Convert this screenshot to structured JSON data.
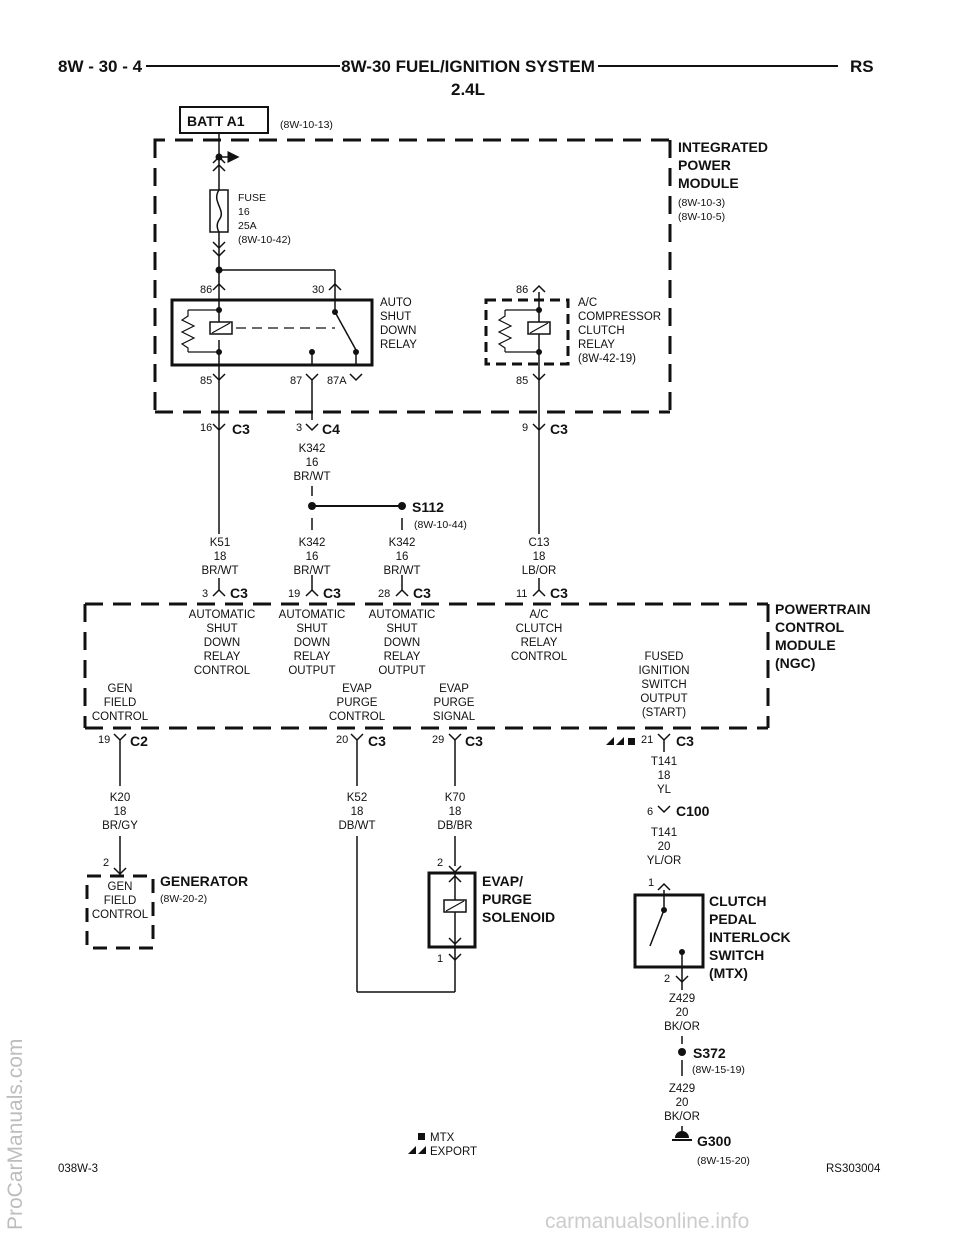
{
  "header": {
    "page": "8W - 30 - 4",
    "title": "8W-30 FUEL/IGNITION SYSTEM",
    "subtitle": "2.4L",
    "model": "RS"
  },
  "batt": {
    "label": "BATT A1",
    "ref": "(8W-10-13)"
  },
  "ipm": {
    "l1": "INTEGRATED",
    "l2": "POWER",
    "l3": "MODULE",
    "ref1": "(8W-10-3)",
    "ref2": "(8W-10-5)"
  },
  "fuse": {
    "l1": "FUSE",
    "l2": "16",
    "l3": "25A",
    "ref": "(8W-10-42)"
  },
  "asd_relay": {
    "l1": "AUTO",
    "l2": "SHUT",
    "l3": "DOWN",
    "l4": "RELAY",
    "p86": "86",
    "p30": "30",
    "p85": "85",
    "p87": "87",
    "p87a": "87A"
  },
  "ac_relay": {
    "l1": "A/C",
    "l2": "COMPRESSOR",
    "l3": "CLUTCH",
    "l4": "RELAY",
    "ref": "(8W-42-19)",
    "p86": "86",
    "p85": "85"
  },
  "connectors": {
    "c3_16": {
      "pin": "16",
      "name": "C3"
    },
    "c4_3": {
      "pin": "3",
      "name": "C4"
    },
    "c3_9": {
      "pin": "9",
      "name": "C3"
    },
    "c3_3": {
      "pin": "3",
      "name": "C3"
    },
    "c3_19": {
      "pin": "19",
      "name": "C3"
    },
    "c3_28": {
      "pin": "28",
      "name": "C3"
    },
    "c3_11": {
      "pin": "11",
      "name": "C3"
    },
    "c2_19": {
      "pin": "19",
      "name": "C2"
    },
    "c3_20": {
      "pin": "20",
      "name": "C3"
    },
    "c3_29": {
      "pin": "29",
      "name": "C3"
    },
    "c3_21": {
      "pin": "21",
      "name": "C3"
    },
    "c100_6": {
      "pin": "6",
      "name": "C100"
    }
  },
  "wires": {
    "k342_top": {
      "c": "K342",
      "g": "16",
      "col": "BR/WT"
    },
    "k51": {
      "c": "K51",
      "g": "18",
      "col": "BR/WT"
    },
    "k342_a": {
      "c": "K342",
      "g": "16",
      "col": "BR/WT"
    },
    "k342_b": {
      "c": "K342",
      "g": "16",
      "col": "BR/WT"
    },
    "c13": {
      "c": "C13",
      "g": "18",
      "col": "LB/OR"
    },
    "k20": {
      "c": "K20",
      "g": "18",
      "col": "BR/GY"
    },
    "k52": {
      "c": "K52",
      "g": "18",
      "col": "DB/WT"
    },
    "k70": {
      "c": "K70",
      "g": "18",
      "col": "DB/BR"
    },
    "t141_18": {
      "c": "T141",
      "g": "18",
      "col": "YL"
    },
    "t141_20": {
      "c": "T141",
      "g": "20",
      "col": "YL/OR"
    },
    "z429_a": {
      "c": "Z429",
      "g": "20",
      "col": "BK/OR"
    },
    "z429_b": {
      "c": "Z429",
      "g": "20",
      "col": "BK/OR"
    }
  },
  "splice_s112": {
    "name": "S112",
    "ref": "(8W-10-44)"
  },
  "splice_s372": {
    "name": "S372",
    "ref": "(8W-15-19)"
  },
  "ground_g300": {
    "name": "G300",
    "ref": "(8W-15-20)"
  },
  "pcm": {
    "l1": "POWERTRAIN",
    "l2": "CONTROL",
    "l3": "MODULE",
    "l4": "(NGC)",
    "asd_control": [
      "AUTOMATIC",
      "SHUT",
      "DOWN",
      "RELAY",
      "CONTROL"
    ],
    "asd_output_a": [
      "AUTOMATIC",
      "SHUT",
      "DOWN",
      "RELAY",
      "OUTPUT"
    ],
    "asd_output_b": [
      "AUTOMATIC",
      "SHUT",
      "DOWN",
      "RELAY",
      "OUTPUT"
    ],
    "ac_control": [
      "A/C",
      "CLUTCH",
      "RELAY",
      "CONTROL"
    ],
    "fused_ign": [
      "FUSED",
      "IGNITION",
      "SWITCH",
      "OUTPUT",
      "(START)"
    ],
    "gen_field": [
      "GEN",
      "FIELD",
      "CONTROL"
    ],
    "evap_control": [
      "EVAP",
      "PURGE",
      "CONTROL"
    ],
    "evap_signal": [
      "EVAP",
      "PURGE",
      "SIGNAL"
    ]
  },
  "generator": {
    "name": "GENERATOR",
    "ref": "(8W-20-2)",
    "pin": "2",
    "inner": [
      "GEN",
      "FIELD",
      "CONTROL"
    ]
  },
  "evap_solenoid": {
    "l1": "EVAP/",
    "l2": "PURGE",
    "l3": "SOLENOID",
    "pin_top": "2",
    "pin_bottom": "1"
  },
  "clutch_switch": {
    "l1": "CLUTCH",
    "l2": "PEDAL",
    "l3": "INTERLOCK",
    "l4": "SWITCH",
    "l5": "(MTX)",
    "pin_top": "1",
    "pin_bottom": "2"
  },
  "legend": {
    "mtx": "MTX",
    "export": "EXPORT"
  },
  "footer": {
    "left": "038W-3",
    "right": "RS303004"
  },
  "watermarks": {
    "side": "ProCarManuals.com",
    "bottom": "carmanualsonline.info"
  }
}
